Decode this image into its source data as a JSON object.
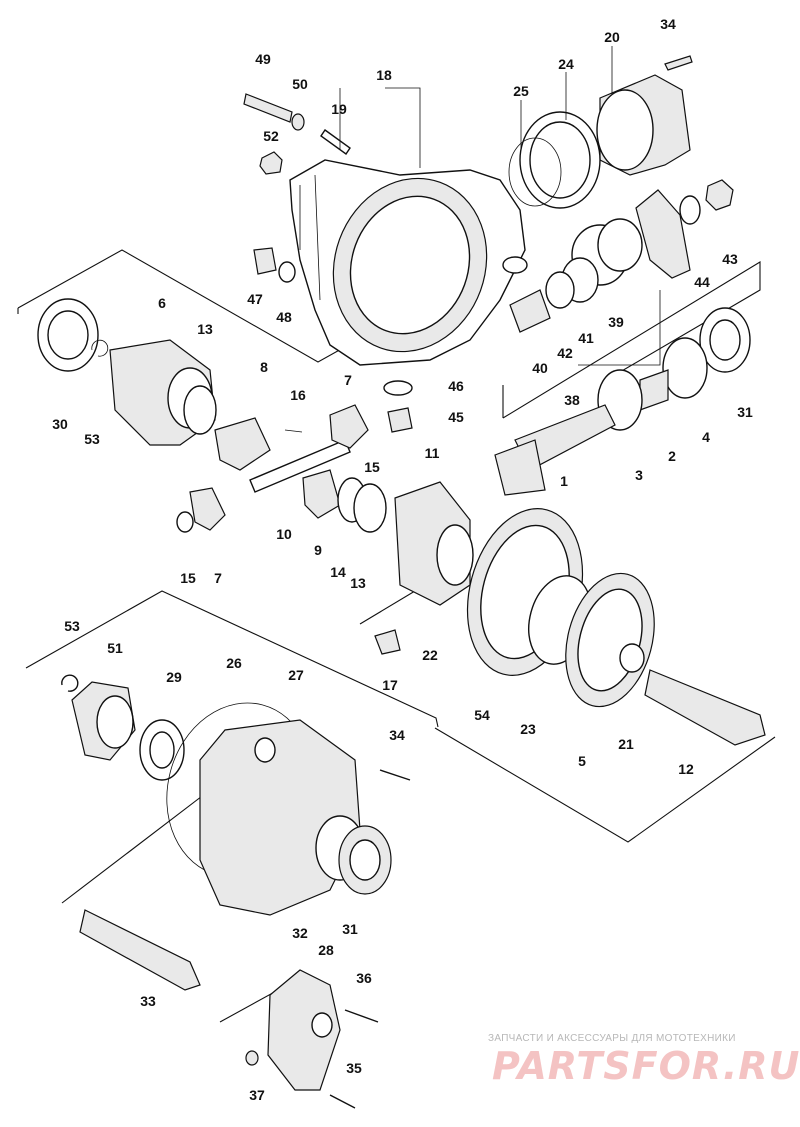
{
  "diagram": {
    "labels": [
      "1",
      "2",
      "3",
      "4",
      "5",
      "6",
      "7",
      "7",
      "8",
      "9",
      "10",
      "11",
      "12",
      "13",
      "13",
      "14",
      "15",
      "15",
      "16",
      "17",
      "18",
      "19",
      "20",
      "21",
      "22",
      "23",
      "24",
      "25",
      "26",
      "27",
      "28",
      "29",
      "30",
      "31",
      "31",
      "32",
      "33",
      "34",
      "34",
      "35",
      "36",
      "37",
      "38",
      "39",
      "40",
      "41",
      "42",
      "43",
      "44",
      "45",
      "46",
      "47",
      "48",
      "49",
      "50",
      "51",
      "52",
      "53",
      "53",
      "54"
    ]
  },
  "watermark": {
    "tagline": "ЗАПЧАСТИ И АКСЕССУАРЫ ДЛЯ МОТОТЕХНИКИ",
    "logo": "PARTSFOR.RU",
    "logo_color": "#f4c3c3"
  }
}
